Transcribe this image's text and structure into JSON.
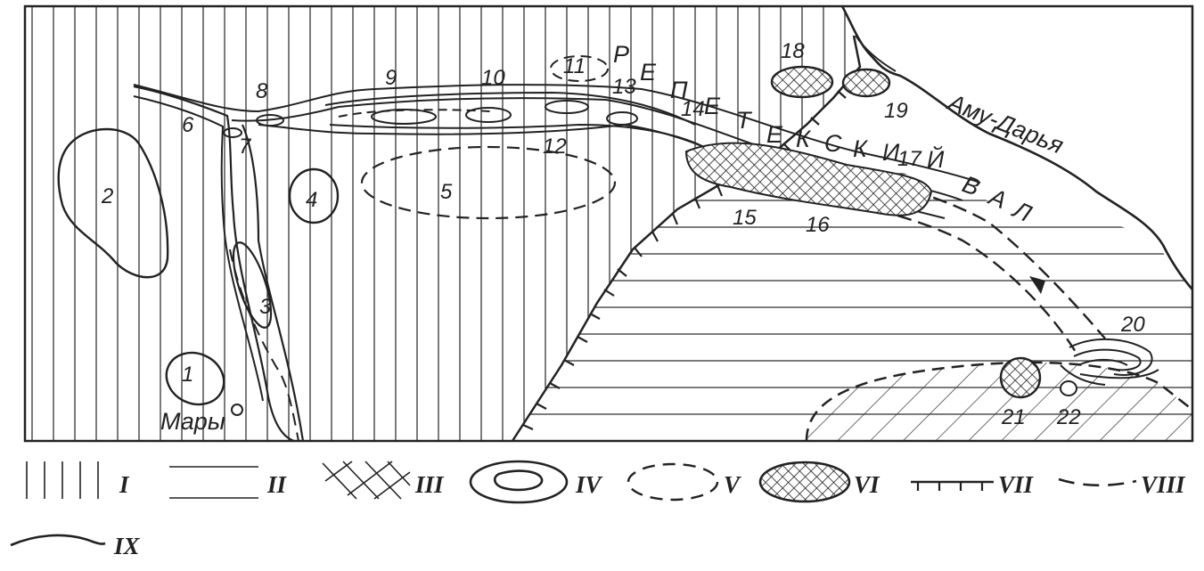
{
  "map": {
    "labels": {
      "ridge": "РЕПЕТЕКСКИЙ ВАЛ",
      "river": "Аму-Дарья",
      "city": "Мары"
    },
    "ridge_letters": [
      "Р",
      "Е",
      "П",
      "Е",
      "Т",
      "Е",
      "К",
      "С",
      "К",
      "И",
      "Й",
      "В",
      "А",
      "Л"
    ],
    "feature_numbers": [
      "1",
      "2",
      "3",
      "4",
      "5",
      "6",
      "7",
      "8",
      "9",
      "10",
      "11",
      "12",
      "13",
      "14",
      "15",
      "16",
      "17",
      "18",
      "19",
      "20",
      "21",
      "22"
    ]
  },
  "legend": {
    "items": [
      {
        "id": "I",
        "pattern": "vertical-hatch"
      },
      {
        "id": "II",
        "pattern": "horizontal-hatch"
      },
      {
        "id": "III",
        "pattern": "diagonal-hatch"
      },
      {
        "id": "IV",
        "pattern": "closed-contours"
      },
      {
        "id": "V",
        "pattern": "dashed-contour"
      },
      {
        "id": "VI",
        "pattern": "cross-hatched-oval"
      },
      {
        "id": "VII",
        "pattern": "toothed-line"
      },
      {
        "id": "VIII",
        "pattern": "dashed-line"
      },
      {
        "id": "IX",
        "pattern": "solid-curve"
      }
    ]
  },
  "colors": {
    "ink": "#222222",
    "paper": "#ffffff"
  }
}
